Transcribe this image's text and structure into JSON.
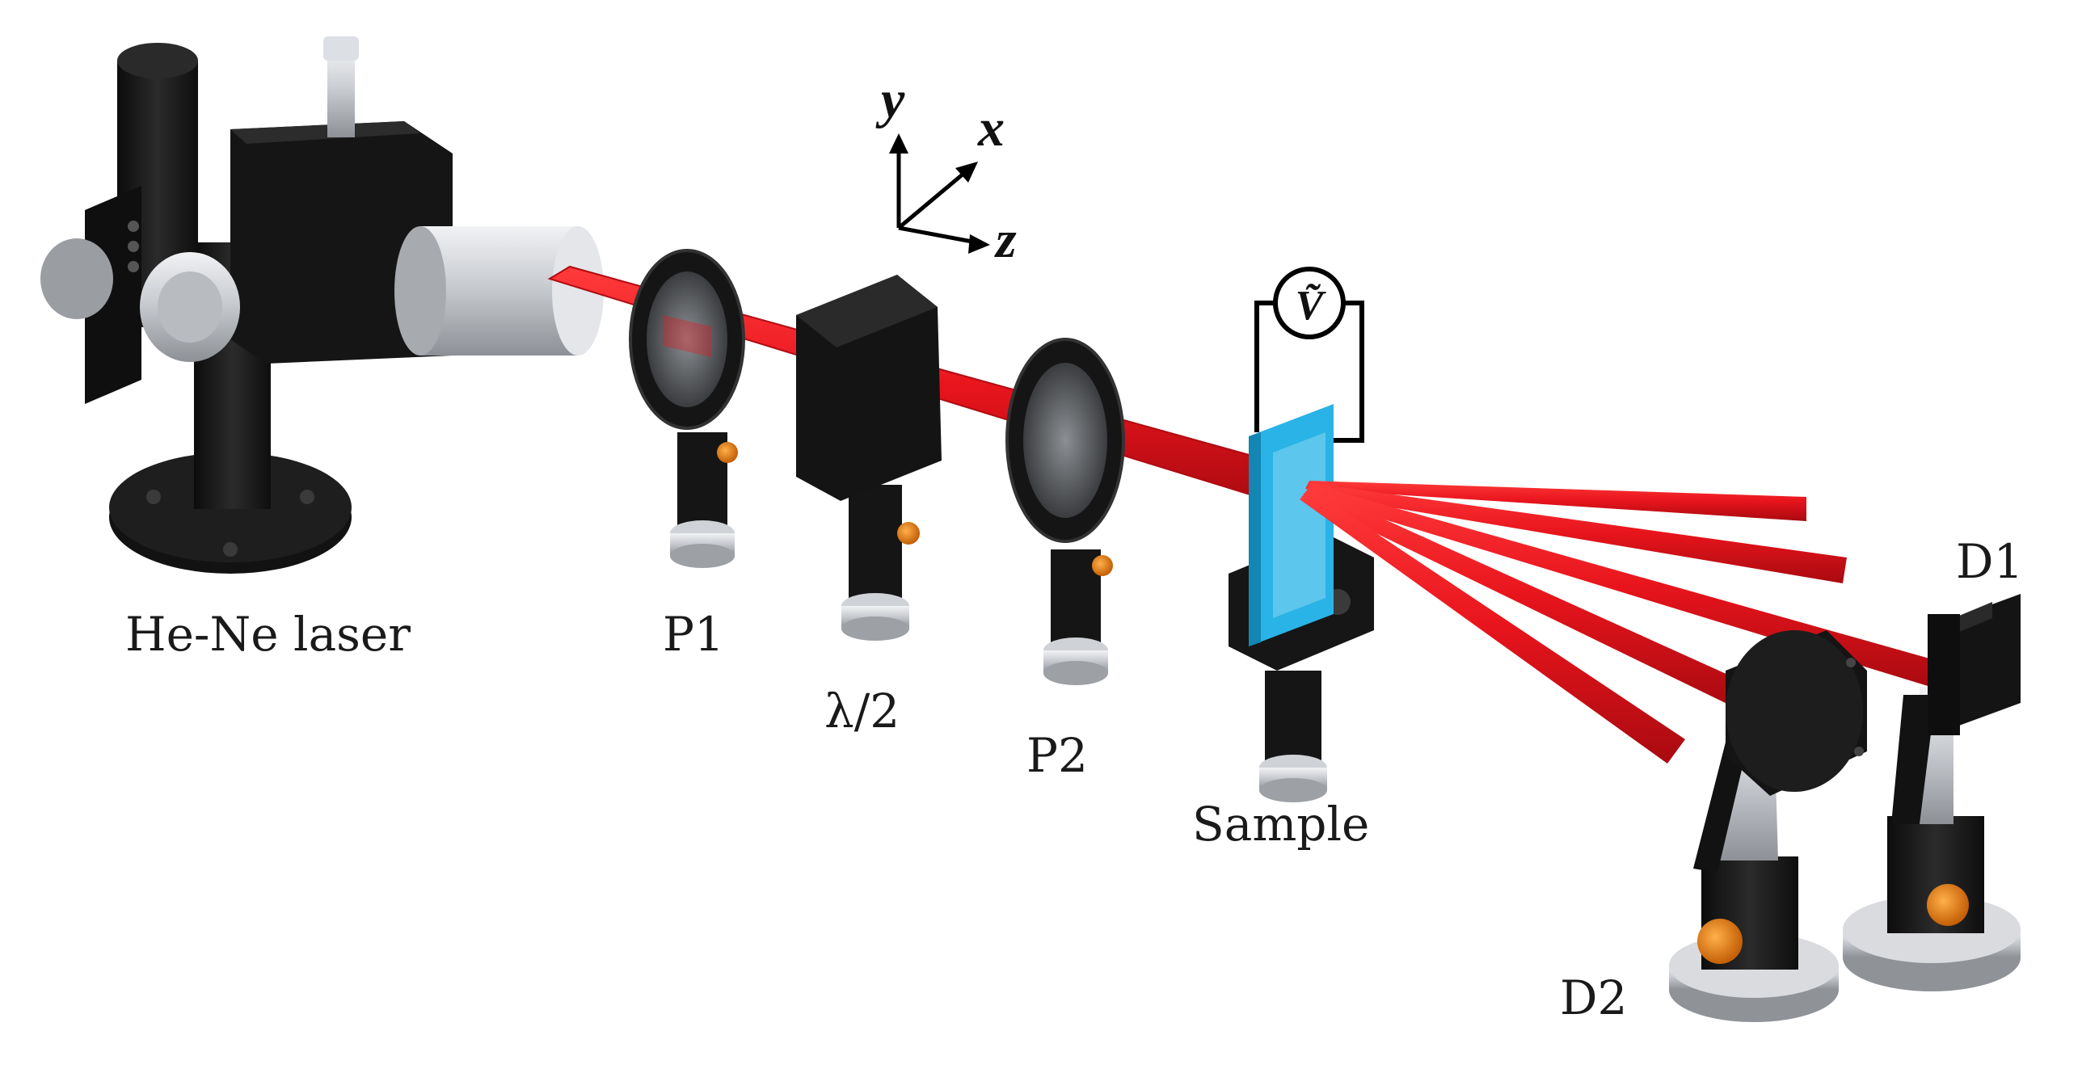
{
  "labels": {
    "laser": "He-Ne laser",
    "p1": "P1",
    "half_wave": "λ/2",
    "p2": "P2",
    "sample": "Sample",
    "d1": "D1",
    "d2": "D2"
  },
  "axes": {
    "y": "y",
    "x": "x",
    "z": "z"
  },
  "voltage_symbol": "Ṽ",
  "colors": {
    "beam": "#e8141c",
    "mount_black": "#161616",
    "metal_silver": "#c9ccd1",
    "knob_orange": "#e07a10",
    "sample_blue": "#29b3e6"
  }
}
